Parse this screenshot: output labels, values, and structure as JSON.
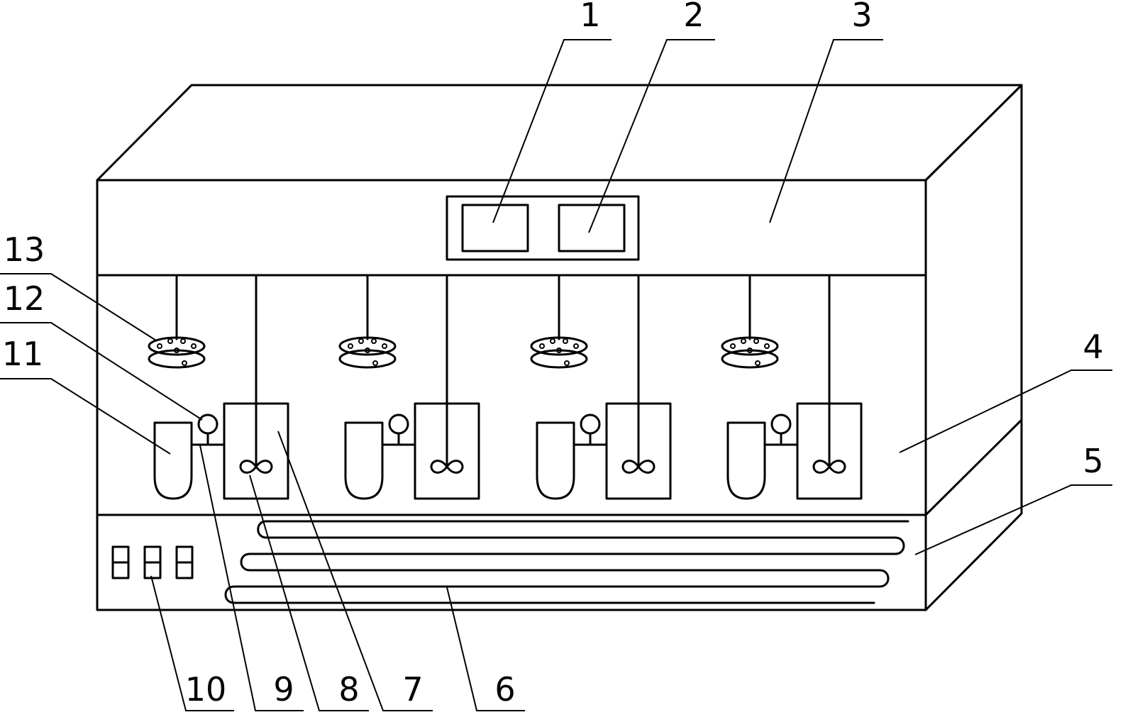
{
  "labels": {
    "l1": "1",
    "l2": "2",
    "l3": "3",
    "l4": "4",
    "l5": "5",
    "l6": "6",
    "l7": "7",
    "l8": "8",
    "l9": "9",
    "l10": "10",
    "l11": "11",
    "l12": "12",
    "l13": "13"
  },
  "display_digits": [
    "8",
    "8",
    "8"
  ],
  "colors": {
    "stroke": "#000000",
    "background": "#ffffff"
  }
}
